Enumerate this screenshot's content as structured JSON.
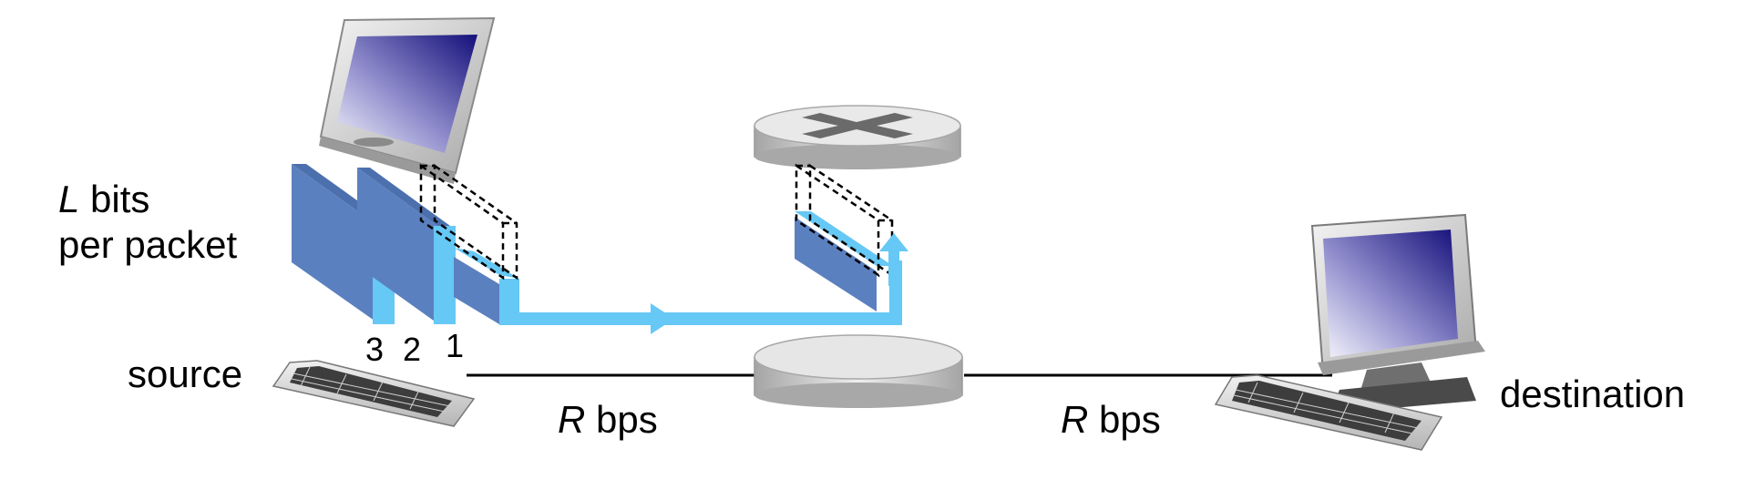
{
  "labels": {
    "bits_var": "L",
    "bits_text": " bits",
    "per_packet": "per packet",
    "source": "source",
    "destination": "destination",
    "rate_var_left": "R",
    "rate_text_left": " bps",
    "rate_var_right": "R",
    "rate_text_right": " bps",
    "packet_numbers": [
      "3",
      "2",
      "1"
    ]
  },
  "icons": {
    "source_monitor": "monitor-icon",
    "source_keyboard": "keyboard-icon",
    "router": "router-icon",
    "destination_computer": "desktop-computer-icon"
  },
  "colors": {
    "packet_face": "#5b80bf",
    "packet_edge": "#66c8f5",
    "flow_arrow": "#66c8f5",
    "link_line": "#000000",
    "screen_dark": "#1d1a78",
    "device_gray": "#cfcfcf"
  }
}
